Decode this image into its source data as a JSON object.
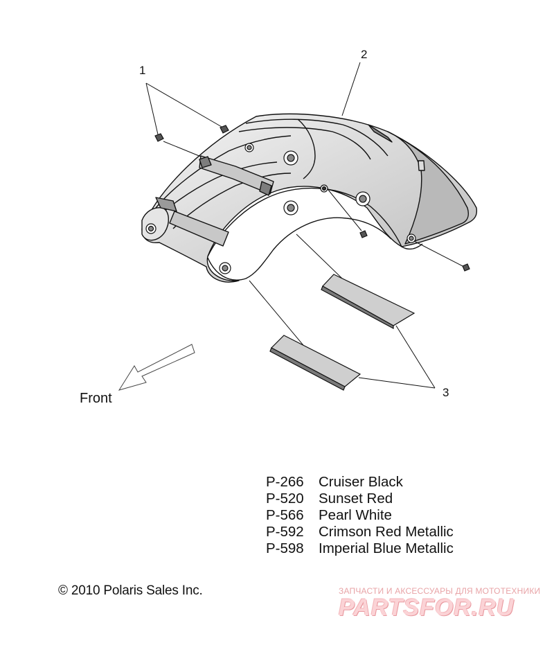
{
  "callouts": {
    "one": "1",
    "two": "2",
    "three": "3"
  },
  "front_label": "Front",
  "legend": [
    {
      "code": "P-266",
      "name": "Cruiser Black"
    },
    {
      "code": "P-520",
      "name": "Sunset Red"
    },
    {
      "code": "P-566",
      "name": "Pearl White"
    },
    {
      "code": "P-592",
      "name": "Crimson Red Metallic"
    },
    {
      "code": "P-598",
      "name": "Imperial Blue Metallic"
    }
  ],
  "copyright": "© 2010 Polaris Sales Inc.",
  "watermark": {
    "tagline": "ЗАПЧАСТИ И АКСЕССУАРЫ ДЛЯ МОТОТЕХНИКИ",
    "brand": "PARTSFOR.RU"
  },
  "colors": {
    "line": "#111111",
    "watermark": "#e99aa0"
  }
}
